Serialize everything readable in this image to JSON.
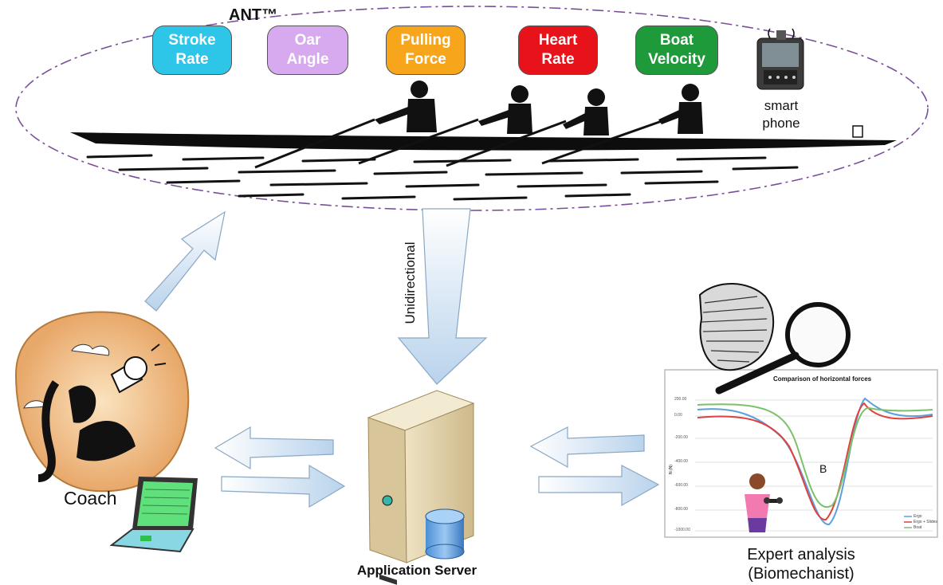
{
  "ant_label": "ANT™",
  "sensors": [
    {
      "label": "Stroke Rate",
      "color": "#2ec6e8"
    },
    {
      "label": "Oar Angle",
      "color": "#d7a9ee"
    },
    {
      "label": "Pulling Force",
      "color": "#f7a51a"
    },
    {
      "label": "Heart Rate",
      "color": "#e8121a"
    },
    {
      "label": "Boat Velocity",
      "color": "#1e9a3a"
    }
  ],
  "smartphone_label": "smart phone",
  "unidirectional_label": "Unidirectional",
  "coach_label": "Coach",
  "server_label": "Application Server",
  "expert_label": "Expert analysis (Biomechanist)",
  "mini_chart": {
    "title": "Comparison of horizontal forces",
    "annotation": "B",
    "y_ticks": [
      "200.00",
      "0.00",
      "-200.00",
      "-400.00",
      "-600.00",
      "-800.00",
      "-1000.00"
    ],
    "y_axis_label": "N (N)",
    "legend": [
      "Ergo",
      "Ergo + Slides",
      "Boat"
    ],
    "series_colors": [
      "#5aa0dc",
      "#e04040",
      "#7ac16a"
    ]
  }
}
